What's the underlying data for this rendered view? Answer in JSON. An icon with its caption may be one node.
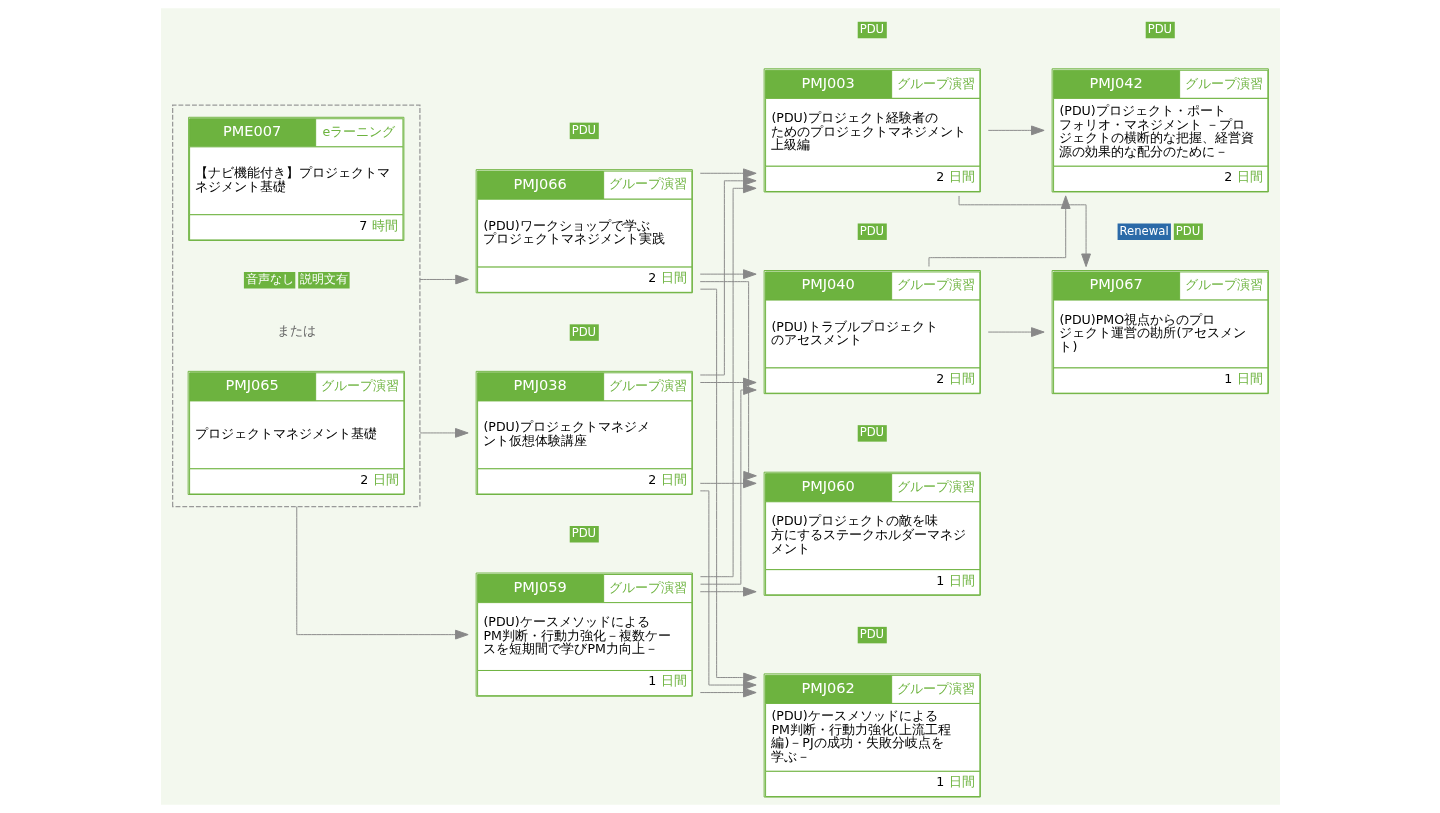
{
  "diagram": {
    "nodes": [
      {
        "text": [],
        "shape": "box"
      },
      {
        "text": [
          "PMJ065",
          "グループ演習",
          "プロジェクトマネジメント基礎",
          "2 日間"
        ],
        "in": 0
      },
      {
        "text": [
          "PME007",
          "eラーニング",
          "【ナビ機能付き】プロジェクトマネジメント基礎",
          "7 時間"
        ],
        "in": 0,
        "beside": [
          "音声なし",
          "説明文有"
        ]
      },
      {
        "text": [
          "PMJ066",
          "グループ演習",
          "(PDU)ワークショップで学ぶプロジェクトマネジメント実践",
          "2 日間"
        ],
        "beside": [
          "PDU"
        ]
      },
      {
        "text": [
          "PMJ038",
          "グループ演習",
          "(PDU)プロジェクトマネジメント仮想体験講座",
          "2 日間"
        ],
        "beside": [
          "PDU"
        ]
      },
      {
        "text": [
          "PMJ059",
          "グループ演習",
          "(PDU)ケースメソッドによるPM判断・行動力強化－複数ケースを短期間で学びPM力向上－",
          "1 日間"
        ],
        "beside": [
          "PDU"
        ]
      },
      {
        "text": [
          "PMJ003",
          "グループ演習",
          "(PDU)プロジェクト経験者のためのプロジェクトマネジメント上級編",
          "2 日間"
        ],
        "beside": [
          "PDU"
        ]
      },
      {
        "text": [
          "PMJ040",
          "グループ演習",
          "(PDU)トラブルプロジェクトのアセスメント",
          "2 日間"
        ],
        "beside": [
          "PDU"
        ]
      },
      {
        "text": [
          "PMJ060",
          "グループ演習",
          "(PDU)プロジェクトの敵を味方にするステークホルダーマネジメント",
          "1 日間"
        ],
        "beside": [
          "PDU"
        ]
      },
      {
        "text": [
          "PMJ062",
          "グループ演習",
          "(PDU)ケースメソッドによるPM判断・行動力強化(上流工程編)－PJの成功・失敗分岐点を学ぶ－",
          "1 日間"
        ],
        "beside": [
          "PDU"
        ]
      },
      {
        "text": [
          "PMJ042",
          "グループ演習",
          "(PDU)プロジェクト・ポートフォリオ・マネジメント －プロジェクトの横断的な把握、経営資源の効果的な配分のために－",
          "2 日間"
        ],
        "beside": [
          "PDU"
        ]
      },
      {
        "text": [
          "PMJ067",
          "グループ演習",
          "(PDU)PMO視点からのプロジェクト運営の勘所(アセスメント)",
          "1 日間"
        ],
        "beside": [
          "Renewal",
          "PDU"
        ]
      }
    ],
    "edges": [
      {
        "from": 0,
        "to": 3,
        "arrow": "to"
      },
      {
        "from": 0,
        "to": 4,
        "arrow": "to"
      },
      {
        "from": 0,
        "to": 5,
        "arrow": "to"
      },
      {
        "from": 3,
        "to": 6,
        "arrow": "to"
      },
      {
        "from": 3,
        "to": 7,
        "arrow": "to"
      },
      {
        "from": 3,
        "to": 8,
        "arrow": "to"
      },
      {
        "from": 3,
        "to": 9,
        "arrow": "to"
      },
      {
        "from": 4,
        "to": 6,
        "arrow": "to"
      },
      {
        "from": 4,
        "to": 7,
        "arrow": "to"
      },
      {
        "from": 4,
        "to": 8,
        "arrow": "to"
      },
      {
        "from": 4,
        "to": 9,
        "arrow": "to"
      },
      {
        "from": 5,
        "to": 6,
        "arrow": "to"
      },
      {
        "from": 5,
        "to": 7,
        "arrow": "to"
      },
      {
        "from": 5,
        "to": 8,
        "arrow": "to"
      },
      {
        "from": 5,
        "to": 9,
        "arrow": "to"
      },
      {
        "from": 6,
        "to": 10,
        "arrow": "to"
      },
      {
        "from": 6,
        "to": 11,
        "arrow": "to"
      },
      {
        "from": 7,
        "to": 10,
        "arrow": "to"
      },
      {
        "from": 7,
        "to": 11,
        "arrow": "to"
      }
    ],
    "labels": [
      "または"
    ]
  }
}
